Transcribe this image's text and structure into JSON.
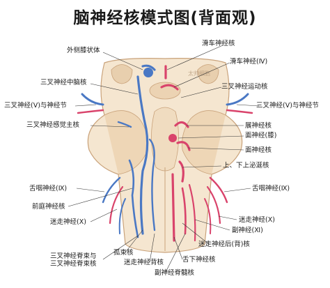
{
  "title": "脑神经核模式图(背面观)",
  "watermark": "太帅细胞",
  "labels": {
    "waice_xizhuangti": "外侧膝状体",
    "huache_shenjinghe": "滑车神经核",
    "huache_shenjing": "滑车神经(Ⅳ)",
    "sancha_zhongnaohe": "三叉神经中脑核",
    "sancha_yundonghe": "三叉神经运动核",
    "sancha_jie_left": "三叉神经(Ⅴ)与神经节",
    "sancha_jie_right": "三叉神经(Ⅴ)与神经节",
    "sancha_ganjue_zhuhe": "三叉神经感觉主核",
    "zhan_shenjinghe": "展神经核",
    "mian_shenjing_xi": "面神经(膝)",
    "mian_shenjinghe": "面神经核",
    "shangxia_miniehe": "上、下上泌涎核",
    "shetou_left": "舌咽神经(Ⅸ)",
    "shetou_right": "舌咽神经(Ⅸ)",
    "qianting_shenjinghe": "前庭神经核",
    "mizou_right": "迷走神经(Ⅹ)",
    "mizou_left": "迷走神经(Ⅹ)",
    "fu_shenjing": "副神经(Ⅺ)",
    "mizou_hou_he": "迷走神经后(背)核",
    "gushu_he": "孤束核",
    "sancha_jishu": "三叉神经脊束与\n三叉神经脊束核",
    "mizou_beihe": "迷走神经背核",
    "shexia_shenjinghe": "舌下神经核",
    "fu_jisuihe": "副神经脊髓核"
  },
  "colors": {
    "tissue": "#f5e6d0",
    "tissue_dark": "#e8cfae",
    "motor_red": "#d9436b",
    "sensory_blue": "#4a78c4",
    "leader": "#333333"
  }
}
